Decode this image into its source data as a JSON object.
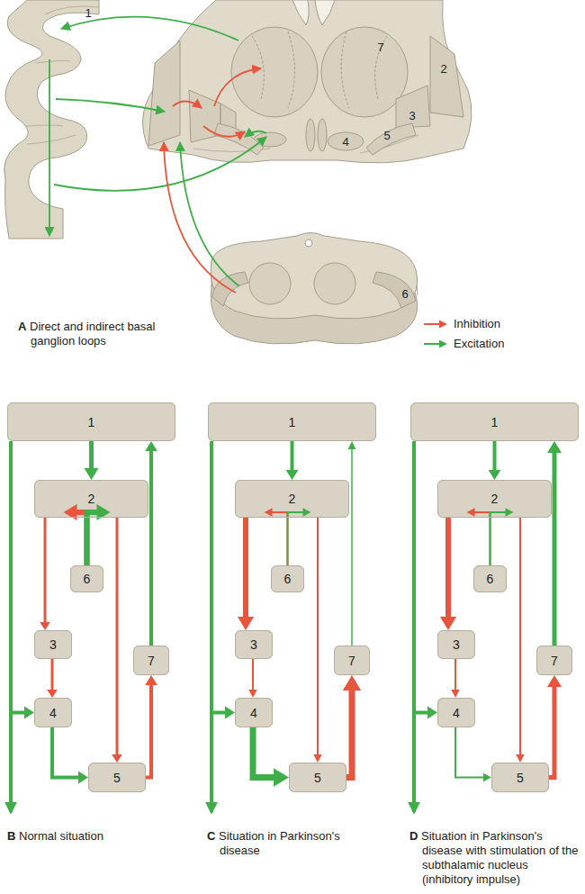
{
  "diagram": {
    "nodes": [
      {
        "text": [
          "1"
        ]
      },
      {
        "text": [
          "2"
        ]
      },
      {
        "text": [
          "3"
        ]
      },
      {
        "text": [
          "4"
        ]
      },
      {
        "text": [
          "5"
        ]
      },
      {
        "text": [
          "6"
        ]
      },
      {
        "text": [
          "7"
        ]
      },
      {
        "text": [
          "1"
        ]
      },
      {
        "text": [
          "2"
        ]
      },
      {
        "text": [
          "3"
        ]
      },
      {
        "text": [
          "4"
        ]
      },
      {
        "text": [
          "5"
        ]
      },
      {
        "text": [
          "6"
        ]
      },
      {
        "text": [
          "7"
        ]
      },
      {
        "text": [
          "1"
        ]
      },
      {
        "text": [
          "2"
        ]
      },
      {
        "text": [
          "3"
        ]
      },
      {
        "text": [
          "4"
        ]
      },
      {
        "text": [
          "5"
        ]
      },
      {
        "text": [
          "6"
        ]
      },
      {
        "text": [
          "7"
        ]
      }
    ],
    "edges": [
      {
        "from": 0,
        "to": 1,
        "arrow": "to"
      },
      {
        "from": 0,
        "to": 3,
        "arrow": "to"
      },
      {
        "from": 5,
        "to": 1,
        "arrow": "to"
      },
      {
        "from": 5,
        "to": 1,
        "arrow": "to"
      },
      {
        "from": 1,
        "to": 2,
        "arrow": "to"
      },
      {
        "from": 2,
        "to": 3,
        "arrow": "to"
      },
      {
        "from": 1,
        "to": 4,
        "arrow": "to"
      },
      {
        "from": 3,
        "to": 4,
        "arrow": "to"
      },
      {
        "from": 4,
        "to": 6,
        "arrow": "to"
      },
      {
        "from": 6,
        "to": 0,
        "arrow": "to"
      },
      {
        "from": 7,
        "to": 8,
        "arrow": "to"
      },
      {
        "from": 7,
        "to": 10,
        "arrow": "to"
      },
      {
        "from": 12,
        "to": 8,
        "arrow": "to"
      },
      {
        "from": 12,
        "to": 8,
        "arrow": "to"
      },
      {
        "from": 8,
        "to": 9,
        "arrow": "to"
      },
      {
        "from": 9,
        "to": 10,
        "arrow": "to"
      },
      {
        "from": 8,
        "to": 11,
        "arrow": "to"
      },
      {
        "from": 10,
        "to": 11,
        "arrow": "to"
      },
      {
        "from": 11,
        "to": 13,
        "arrow": "to"
      },
      {
        "from": 13,
        "to": 7,
        "arrow": "to"
      },
      {
        "from": 14,
        "to": 15,
        "arrow": "to"
      },
      {
        "from": 14,
        "to": 17,
        "arrow": "to"
      },
      {
        "from": 19,
        "to": 15,
        "arrow": "to"
      },
      {
        "from": 19,
        "to": 15,
        "arrow": "to"
      },
      {
        "from": 15,
        "to": 16,
        "arrow": "to"
      },
      {
        "from": 16,
        "to": 17,
        "arrow": "to"
      },
      {
        "from": 15,
        "to": 18,
        "arrow": "to"
      },
      {
        "from": 17,
        "to": 18,
        "arrow": "to"
      },
      {
        "from": 18,
        "to": 20,
        "arrow": "to"
      },
      {
        "from": 20,
        "to": 14,
        "arrow": "to"
      }
    ],
    "labels": [
      "1",
      "7",
      "2",
      "3",
      "4",
      "5",
      "6",
      "A Direct and indirect basal ganglion loops",
      "B Normal situation",
      "C Situation in Parkinson's disease",
      "D Situation in Parkinson's disease with stimulation of the subthalamic nucleus (inhibitory impulse)"
    ],
    "legend": [
      {
        "text": "Inhibition",
        "color": "#e8553d"
      },
      {
        "text": "Excitation",
        "color": "#3fae49"
      }
    ]
  }
}
